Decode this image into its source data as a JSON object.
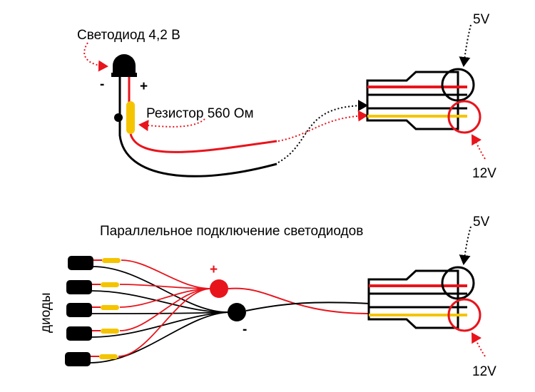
{
  "top": {
    "led_label": "Светодиод 4,2 В",
    "minus": "-",
    "plus": "+",
    "resistor_label": "Резистор 560 Ом",
    "v5": "5V",
    "v12": "12V"
  },
  "bottom": {
    "title": "Параллельное подключение светодиодов",
    "diodes_label": "диоды",
    "plus": "+",
    "minus": "-",
    "v5": "5V",
    "v12": "12V"
  },
  "colors": {
    "red": "#e8141c",
    "yellow": "#f5c400",
    "black": "#000000"
  }
}
